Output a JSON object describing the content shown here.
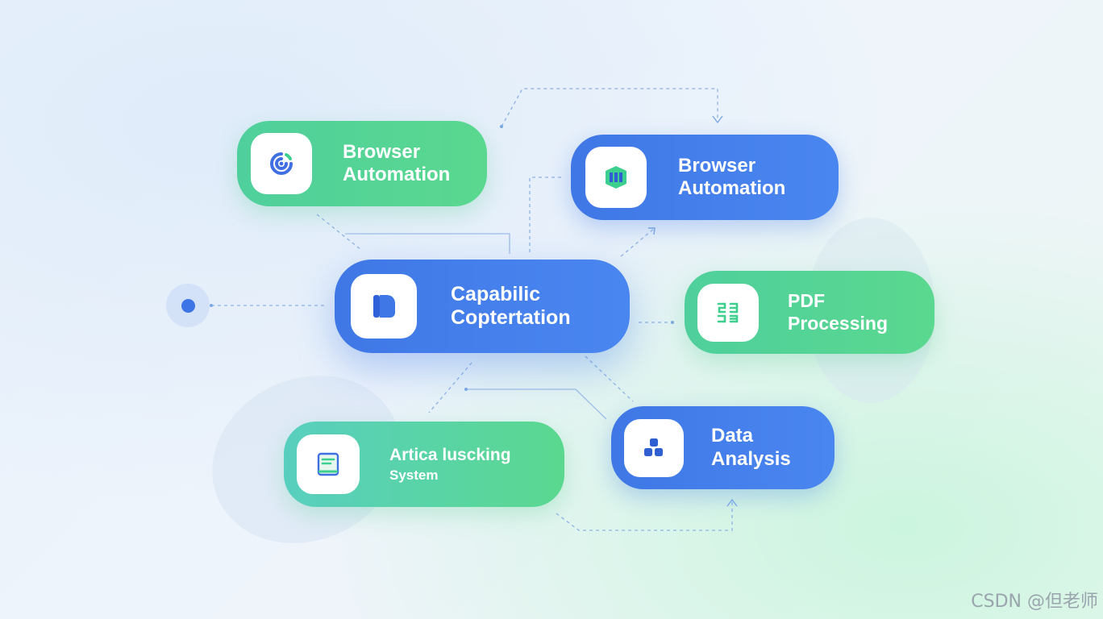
{
  "nodes": {
    "browser_automation_green": {
      "line1": "Browser",
      "line2": "Automation",
      "icon": "spiral-logo-icon",
      "color": "#56d394"
    },
    "browser_automation_blue": {
      "line1": "Browser",
      "line2": "Automation",
      "icon": "shield-logo-icon",
      "color": "#4680ec"
    },
    "center": {
      "line1": "Capabilic",
      "line2": "Coptertation",
      "icon": "block-logo-icon",
      "color": "#4680ec"
    },
    "pdf_processing": {
      "line1": "PDF",
      "line2": "Processing",
      "icon": "grid-glyph-icon",
      "color": "#56d394"
    },
    "data_analysis": {
      "line1": "Data",
      "line2": "Analysis",
      "icon": "cubes-icon",
      "color": "#4680ec"
    },
    "article_system": {
      "line1": "Artica luscking",
      "line2": "System",
      "icon": "book-icon",
      "color": "#56d394"
    }
  },
  "watermark": "CSDN @但老师"
}
